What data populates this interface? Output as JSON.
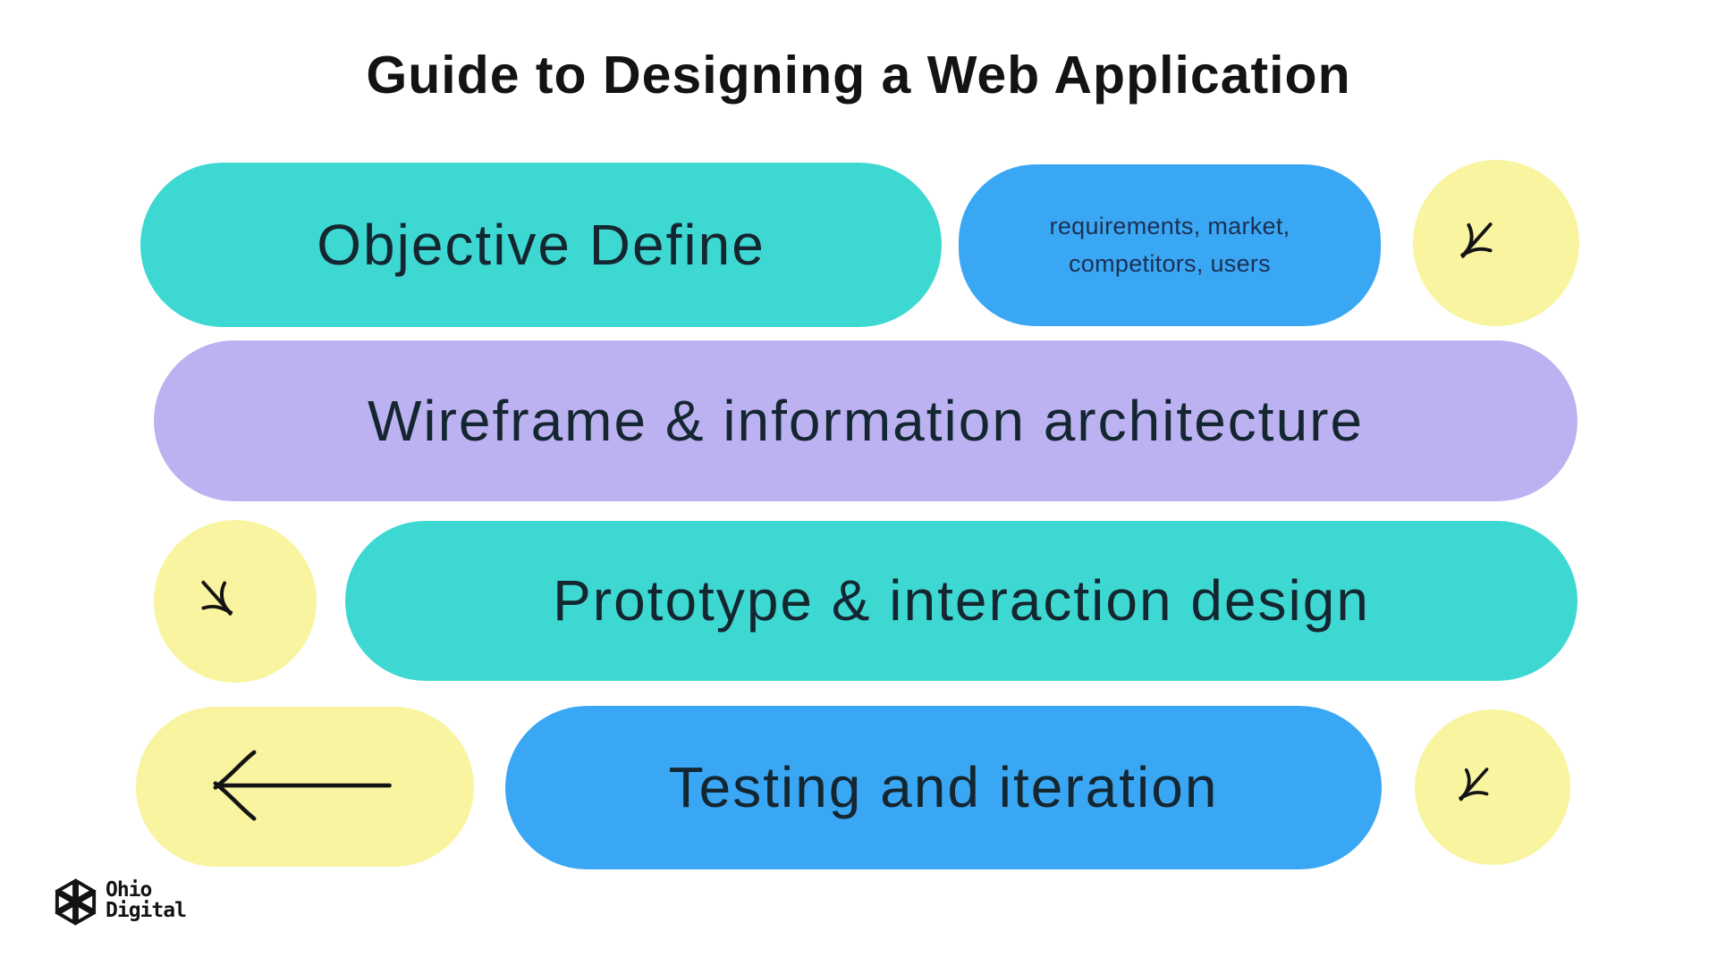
{
  "title": "Guide to Designing a Web Application",
  "steps": [
    {
      "label": "Objective Define",
      "color": "#3ED8D2"
    },
    {
      "label": "Wireframe & information architecture",
      "color": "#BCB2F2"
    },
    {
      "label": "Prototype & interaction design",
      "color": "#3ED8D2"
    },
    {
      "label": "Testing and iteration",
      "color": "#3AA7F4"
    }
  ],
  "note": {
    "lines": [
      "requirements, market,",
      "competitors, users"
    ],
    "color": "#3AA7F4"
  },
  "icons": {
    "arrow_top_right": "arrow-down-left-icon",
    "arrow_mid_left": "arrow-down-right-icon",
    "arrow_bottom_left": "arrow-left-icon",
    "arrow_bottom_right": "arrow-down-left-icon",
    "logo_icon": "hex-triangles-logo-icon"
  },
  "logo": {
    "line1": "Ohio",
    "line2": "Digital"
  },
  "colors": {
    "teal": "#3ED8D2",
    "blue": "#3AA7F4",
    "purple": "#BCB2F2",
    "yellow": "#F9F4A0",
    "title_text": "#131313",
    "pill_text": "#142630",
    "note_text": "#1C3054",
    "background": "#FFFFFF"
  }
}
